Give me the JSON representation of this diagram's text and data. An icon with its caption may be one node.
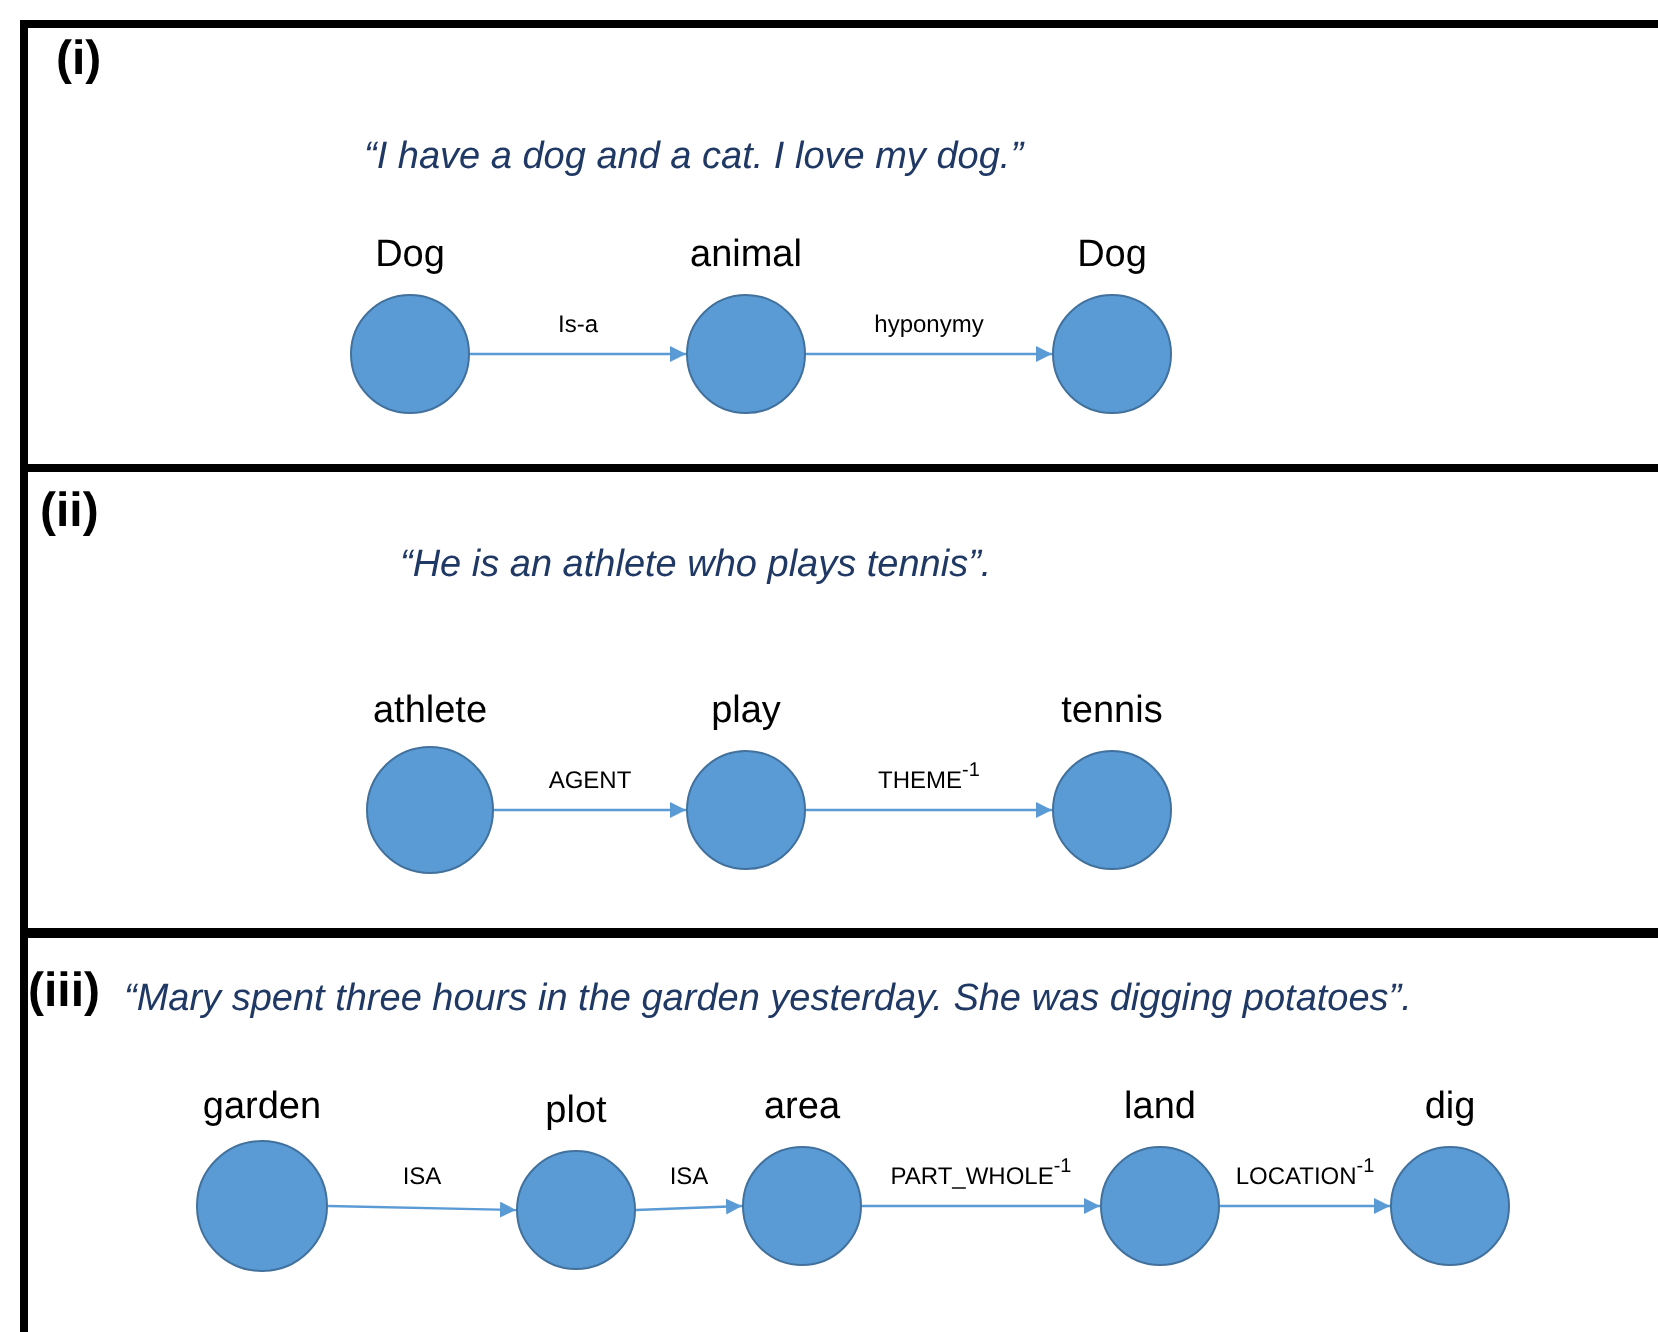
{
  "diagram": {
    "nodes": [
      {
        "text": [
          "(i)",
          "“I have a dog and a cat. I love my dog.”"
        ]
      },
      {
        "text": [
          "Dog"
        ],
        "in": 0
      },
      {
        "text": [
          "animal"
        ],
        "in": 0
      },
      {
        "text": [
          "Dog"
        ],
        "in": 0
      },
      {
        "text": [
          "(ii)",
          "“He is an athlete who plays tennis”."
        ]
      },
      {
        "text": [
          "athlete"
        ],
        "in": 4
      },
      {
        "text": [
          "play"
        ],
        "in": 4
      },
      {
        "text": [
          "tennis"
        ],
        "in": 4
      },
      {
        "text": [
          "(iii)",
          "“Mary spent three hours in the garden yesterday. She was digging potatoes”."
        ]
      },
      {
        "text": [
          "garden"
        ],
        "in": 8
      },
      {
        "text": [
          "plot"
        ],
        "in": 8
      },
      {
        "text": [
          "area"
        ],
        "in": 8
      },
      {
        "text": [
          "land"
        ],
        "in": 8
      },
      {
        "text": [
          "dig"
        ],
        "in": 8
      }
    ],
    "edges": [
      {
        "from": 1,
        "to": 2,
        "arrow": "to",
        "label": "Is-a"
      },
      {
        "from": 2,
        "to": 3,
        "arrow": "to",
        "label": "hyponymy"
      },
      {
        "from": 5,
        "to": 6,
        "arrow": "to",
        "label": "AGENT"
      },
      {
        "from": 6,
        "to": 7,
        "arrow": "to",
        "label": "THEME$^{-1}$"
      },
      {
        "from": 9,
        "to": 10,
        "arrow": "to",
        "label": "ISA"
      },
      {
        "from": 10,
        "to": 11,
        "arrow": "to",
        "label": "ISA"
      },
      {
        "from": 11,
        "to": 12,
        "arrow": "to",
        "label": "PART_WHOLE$^{-1}$"
      },
      {
        "from": 12,
        "to": 13,
        "arrow": "to",
        "label": "LOCATION$^{-1}$"
      }
    ]
  }
}
